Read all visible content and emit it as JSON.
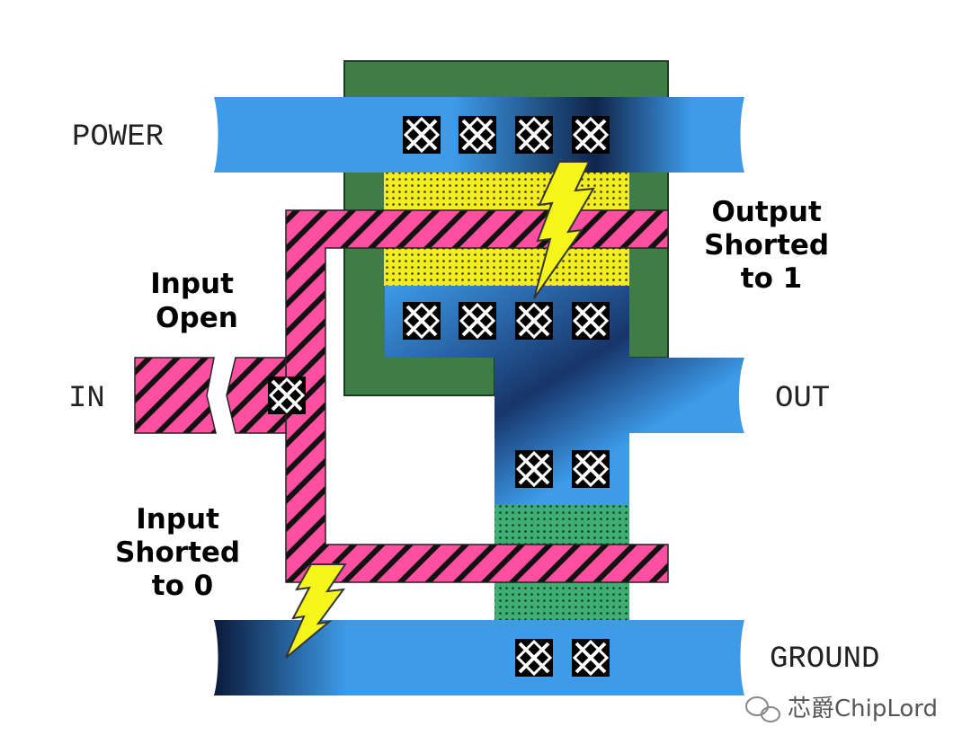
{
  "labels": {
    "power": "POWER",
    "ground": "GROUND",
    "in": "IN",
    "out": "OUT",
    "input_open": [
      "Input",
      "Open"
    ],
    "input_shorted": [
      "Input",
      "Shorted",
      "to 0"
    ],
    "output_shorted": [
      "Output",
      "Shorted",
      "to 1"
    ]
  },
  "watermark": "芯爵ChipLord",
  "colors": {
    "metal_blue": "#3d9be9",
    "metal_dark": "#0a1a3a",
    "nwell_green": "#3e7d46",
    "pdiff_yellow": "#f2ee1e",
    "ndiff_green": "#3fae73",
    "poly_pink": "#ff4fa0",
    "fault_yellow": "#f5f51a"
  }
}
